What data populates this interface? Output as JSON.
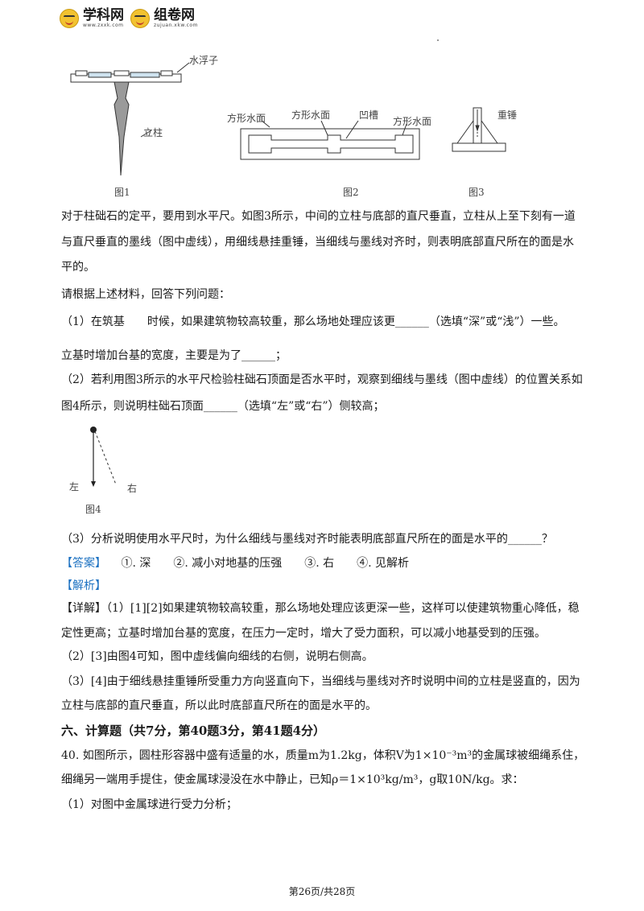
{
  "header": {
    "logo1": "学科网",
    "logo1_url": "www.zxxk.com",
    "logo2": "组卷网",
    "logo2_url": "zujuan.xkw.com"
  },
  "figures": {
    "fig1": {
      "caption": "图1",
      "label_level": "水浮子",
      "label_post": "立柱"
    },
    "fig2": {
      "caption": "图2",
      "label_left": "方形水面",
      "label_mid": "方形水面",
      "label_groove": "凹槽",
      "label_right": "方形水面"
    },
    "fig3": {
      "caption": "图3",
      "label_weight": "重锤"
    },
    "fig4": {
      "caption": "图4",
      "label_left": "左",
      "label_right": "右"
    }
  },
  "text": {
    "intro1": "对于柱础石的定平，要用到水平尺。如图3所示，中间的立柱与底部的直尺垂直，立柱从上至下刻有一道",
    "intro2": "与直尺垂直的墨线（图中虚线），用细线悬挂重锤，当细线与墨线对齐时，则表明底部直尺所在的面是水",
    "intro3": "平的。",
    "prompt": "请根据上述材料，回答下列问题：",
    "q1a": "（1）在筑基　　时候，如果建筑物较高较重，那么场地处理应该更______（选填“深”或“浅”）一些。",
    "q1b": "立基时增加台基的宽度，主要是为了______；",
    "q2a": "（2）若利用图3所示的水平尺检验柱础石顶面是否水平时，观察到细线与墨线（图中虚线）的位置关系如",
    "q2b": "图4所示，则说明柱础石顶面______（选填“左”或“右”）侧较高；",
    "q3": "（3）分析说明使用水平尺时，为什么细线与墨线对齐时能表明底部直尺所在的面是水平的______？",
    "answer_tag": "【答案】",
    "answers": "①. 深　　②. 减小对地基的压强　　③. 右　　④. 见解析",
    "analysis_tag": "【解析】",
    "detail1": "【详解】（1）[1][2]如果建筑物较高较重，那么场地处理应该更深一些，这样可以使建筑物重心降低，稳",
    "detail2": "定性更高；立基时增加台基的宽度，在压力一定时，增大了受力面积，可以减小地基受到的压强。",
    "detail3": "（2）[3]由图4可知，图中虚线偏向细线的右侧，说明右侧高。",
    "detail4": "（3）[4]由于细线悬挂重锤所受重力方向竖直向下，当细线与墨线对齐时说明中间的立柱是竖直的，因为",
    "detail5": "立柱与底部的直尺垂直，所以此时底部直尺所在的面是水平的。",
    "section6": "六、计算题（共7分，第40题3分，第41题4分）",
    "q40a": "40. 如图所示，圆柱形容器中盛有适量的水，质量m为1.2kg，体积V为1×10⁻³m³的金属球被细绳系住，",
    "q40b": "细绳另一端用手提住，使金属球浸没在水中静止，已知ρ＝1×10³kg/m³，g取10N/kg。求：",
    "q40c": "（1）对图中金属球进行受力分析；"
  },
  "footer": {
    "page": "第26页/共28页"
  }
}
